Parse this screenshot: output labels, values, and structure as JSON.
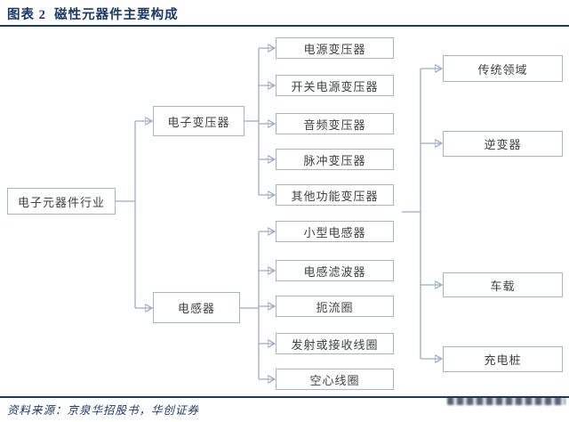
{
  "header": {
    "title": "图表 2  磁性元器件主要构成"
  },
  "diagram": {
    "root": {
      "label": "电子元器件行业"
    },
    "branches": [
      {
        "label": "电子变压器"
      },
      {
        "label": "电感器"
      }
    ],
    "transformer_types": [
      {
        "label": "电源变压器"
      },
      {
        "label": "开关电源变压器"
      },
      {
        "label": "音频变压器"
      },
      {
        "label": "脉冲变压器"
      },
      {
        "label": "其他功能变压器"
      }
    ],
    "inductor_types": [
      {
        "label": "小型电感器"
      },
      {
        "label": "电感滤波器"
      },
      {
        "label": "扼流圈"
      },
      {
        "label": "发射或接收线圈"
      },
      {
        "label": "空心线圈"
      }
    ],
    "applications": [
      {
        "label": "传统领域"
      },
      {
        "label": "逆变器"
      },
      {
        "label": "车载"
      },
      {
        "label": "充电桩"
      }
    ]
  },
  "footer": {
    "source": "资料来源：京泉华招股书，华创证券"
  },
  "colors": {
    "accent": "#1a3a68",
    "box_border": "#a6b4c8",
    "connector_line": "#9aacc6",
    "arrowhead": "#3e68ae",
    "box_text": "#404040"
  }
}
